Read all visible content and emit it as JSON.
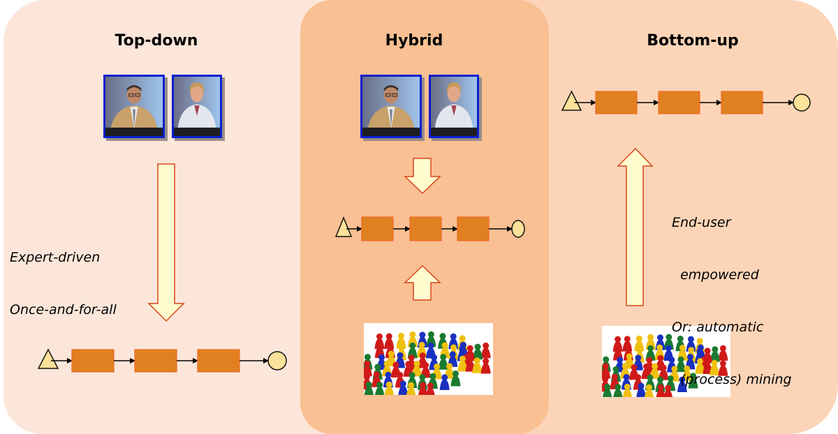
{
  "slide": {
    "colors": {
      "left_panel_bg": "#fce6da",
      "middle_panel_bg": "#f9c093",
      "right_panel_bg": "#fcd5b8",
      "activity_fill": "#e08020",
      "activity_stroke": "#f06a2a",
      "event_fill": "#fbe199",
      "big_arrow_fill": "#fefcce",
      "big_arrow_stroke": "#d9441a",
      "photo_border": "#0a1fd0"
    }
  },
  "panels": {
    "top_down": {
      "title": "Top-down",
      "notes": [
        "Expert-driven",
        "Once-and-for-all"
      ],
      "arrow_direction": "down",
      "process": {
        "start": "triangle",
        "activities": 3,
        "end": "circle"
      }
    },
    "hybrid": {
      "title": "Hybrid",
      "arrows": [
        "down",
        "up"
      ],
      "process": {
        "start": "triangle",
        "activities": 3,
        "end": "circle"
      }
    },
    "bottom_up": {
      "title": "Bottom-up",
      "notes": [
        "End-user",
        "  empowered",
        "Or: automatic",
        "  (process) mining"
      ],
      "arrow_direction": "up",
      "process": {
        "start": "triangle",
        "activities": 3,
        "end": "circle"
      }
    }
  },
  "images": {
    "experts": [
      "businessman-photo",
      "businesswoman-photo"
    ],
    "crowd": "colored-pawns-crowd-photo"
  }
}
